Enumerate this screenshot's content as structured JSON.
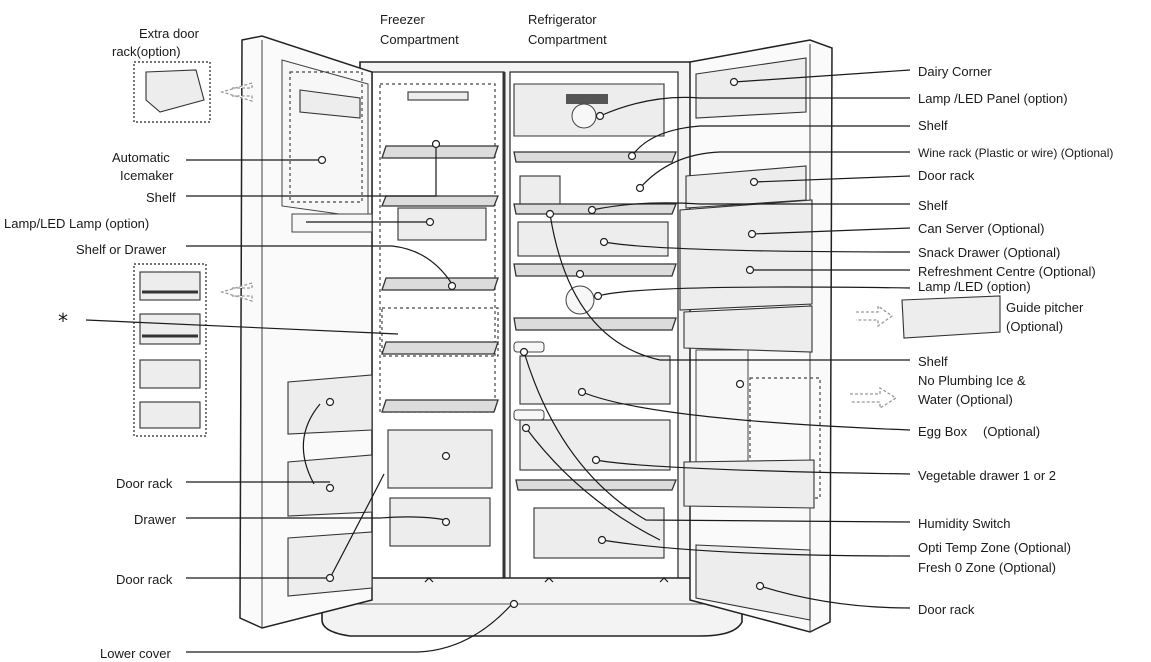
{
  "labels": {
    "freezer_title_1": "Freezer",
    "freezer_title_2": "Compartment",
    "fridge_title_1": "Refrigerator",
    "fridge_title_2": "Compartment",
    "extra_rack_1": "Extra door",
    "extra_rack_2": "rack(option)",
    "icemaker_1": "Automatic",
    "icemaker_2": "Icemaker",
    "shelf_left": "Shelf",
    "lamp_left": "Lamp/LED Lamp (option)",
    "shelf_or_drawer": "Shelf or Drawer",
    "asterisk": "*",
    "door_rack_left_1": "Door rack",
    "drawer_left": "Drawer",
    "door_rack_left_2": "Door rack",
    "lower_cover": "Lower cover",
    "dairy_corner": "Dairy Corner",
    "lamp_panel": "Lamp /LED Panel (option)",
    "shelf_r1": "Shelf",
    "wine_rack": "Wine rack (Plastic or wire) (Optional)",
    "door_rack_r1": "Door rack",
    "shelf_r2": "Shelf",
    "can_server": "Can Server (Optional)",
    "snack_drawer": "Snack Drawer (Optional)",
    "refreshment_centre": "Refreshment Centre (Optional)",
    "lamp_led_option": "Lamp /LED (option)",
    "guide_pitcher_1": "Guide pitcher",
    "guide_pitcher_2": "(Optional)",
    "shelf_r3": "Shelf",
    "no_plumbing_1": "No Plumbing Ice &",
    "no_plumbing_2": "Water (Optional)",
    "egg_box": "Egg Box",
    "egg_box_opt": "(Optional)",
    "vegetable_drawer": "Vegetable drawer 1 or 2",
    "humidity_switch": "Humidity Switch",
    "opti_temp": "Opti Temp Zone (Optional)",
    "fresh_zone": "Fresh 0 Zone (Optional)",
    "door_rack_r2": "Door rack"
  }
}
